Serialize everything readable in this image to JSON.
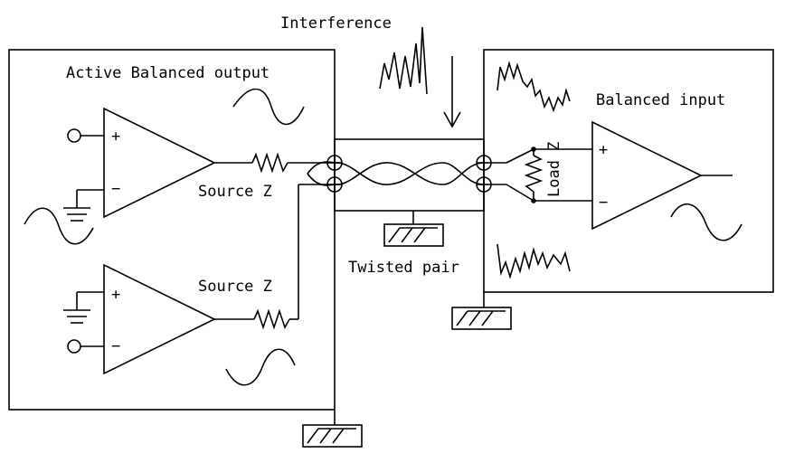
{
  "labels": {
    "interference": "Interference",
    "active_output": "Active Balanced output",
    "balanced_input": "Balanced input",
    "source_z_top": "Source Z",
    "source_z_bottom": "Source Z",
    "twisted_pair": "Twisted pair",
    "load_z": "Load Z"
  },
  "opamp_signs": {
    "plus": "+",
    "minus": "−"
  },
  "colors": {
    "stroke": "#000000",
    "background": "#ffffff"
  }
}
